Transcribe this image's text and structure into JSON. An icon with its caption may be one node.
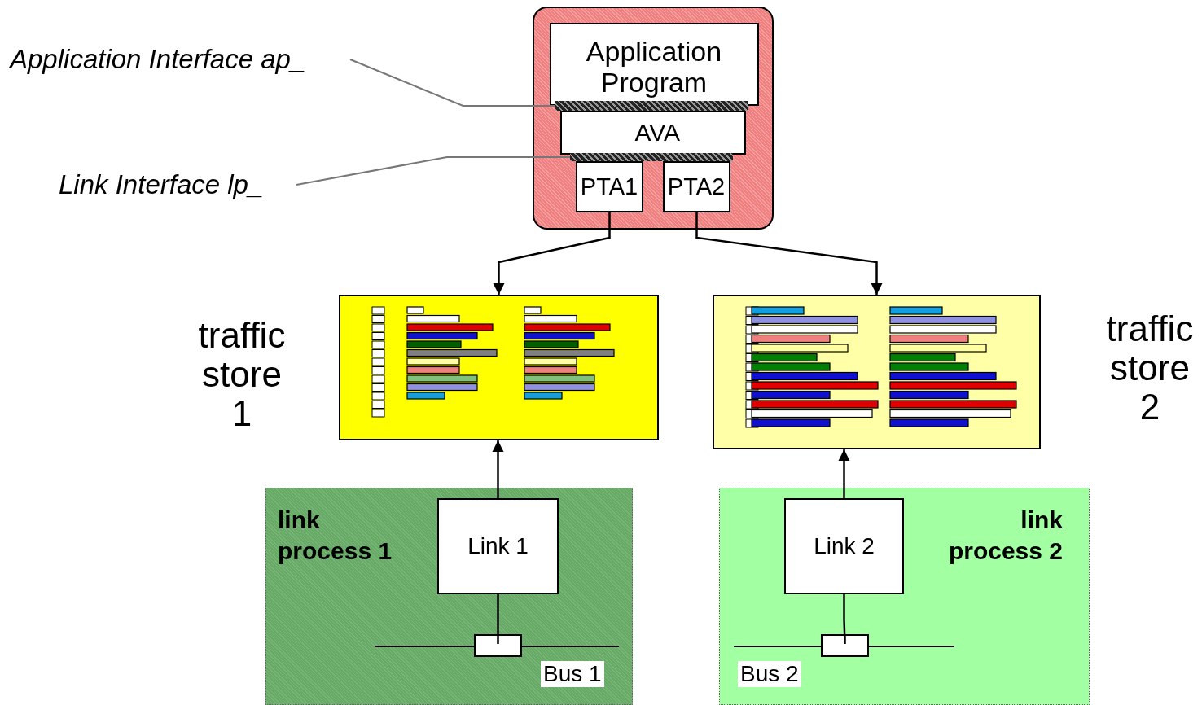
{
  "diagram": {
    "nodes": [
      {
        "text": [],
        "shape": "box"
      },
      {
        "text": [
          "Application Program"
        ],
        "in": 0
      },
      {
        "text": [],
        "shape": "bar",
        "in": 0
      },
      {
        "text": [
          "AVA"
        ],
        "in": 0
      },
      {
        "text": [],
        "shape": "bar",
        "in": 0
      },
      {
        "text": [
          "PTA1"
        ],
        "in": 0
      },
      {
        "text": [
          "PTA2"
        ],
        "in": 0
      },
      {
        "text": [
          "Application Interface ap_"
        ]
      },
      {
        "text": [
          "Link Interface lp_"
        ]
      },
      {
        "text": [
          "traffic store 1"
        ]
      },
      {
        "text": [
          "traffic store 2"
        ]
      },
      {
        "text": [
          "link process 1"
        ]
      },
      {
        "text": [
          "Link 1"
        ],
        "in": 11
      },
      {
        "text": [],
        "shape": "box",
        "in": 11
      },
      {
        "text": [
          "link process 2"
        ]
      },
      {
        "text": [
          "Link 2"
        ],
        "in": 14
      },
      {
        "text": [],
        "shape": "box",
        "in": 14
      }
    ],
    "edges": [
      {
        "from": 7,
        "to": 2,
        "arrow": "none",
        "color": "#777777"
      },
      {
        "from": 8,
        "to": 4,
        "arrow": "none",
        "color": "#777777"
      },
      {
        "from": 5,
        "to": 9,
        "arrow": "to"
      },
      {
        "from": 6,
        "to": 10,
        "arrow": "to"
      },
      {
        "from": 12,
        "to": 9,
        "arrow": "to"
      },
      {
        "from": 15,
        "to": 10,
        "arrow": "to"
      },
      {
        "from": 12,
        "to": 13,
        "arrow": "none"
      },
      {
        "from": 15,
        "to": 16,
        "arrow": "none"
      }
    ],
    "labels": [
      "Bus 1",
      "Bus 2"
    ]
  }
}
